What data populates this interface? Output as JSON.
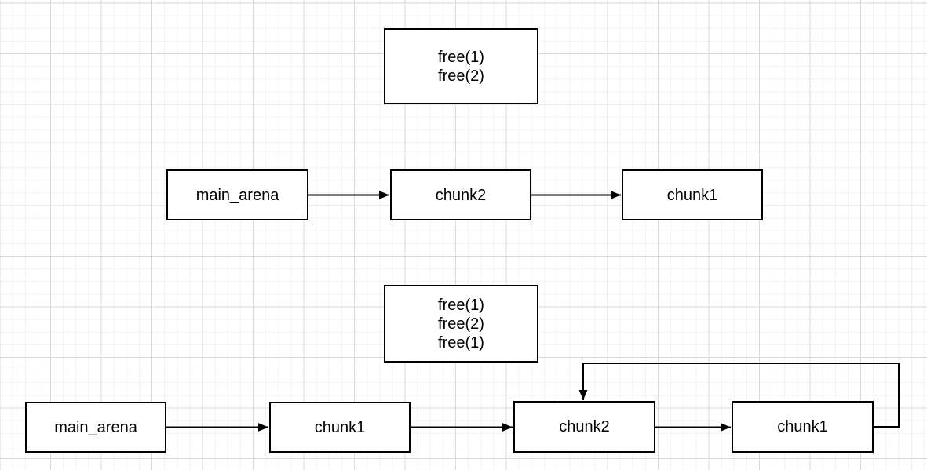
{
  "canvas": {
    "background_color": "#ffffff",
    "grid_minor_color": "#f3f1f1",
    "grid_major_color": "#d9d9d9",
    "stroke_color": "#000000",
    "node_fill_color": "#ffffff",
    "text_color": "#000000"
  },
  "state1": {
    "ops": [
      "free(1)",
      "free(2)"
    ],
    "nodes": [
      "main_arena",
      "chunk2",
      "chunk1"
    ]
  },
  "state2": {
    "ops": [
      "free(1)",
      "free(2)",
      "free(1)"
    ],
    "nodes": [
      "main_arena",
      "chunk1",
      "chunk2",
      "chunk1"
    ]
  }
}
